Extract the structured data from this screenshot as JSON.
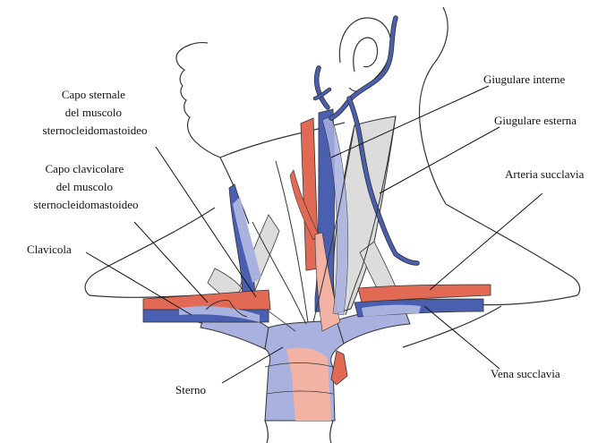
{
  "labels": {
    "capo_sternale": [
      "Capo sternale",
      "del muscolo",
      "sternocleidomastoideo"
    ],
    "capo_clavicolare": [
      "Capo clavicolare",
      "del muscolo",
      "sternocleidomastoideo"
    ],
    "clavicola": "Clavicola",
    "sterno": "Sterno",
    "giugulare_interne": "Giugulare interne",
    "giugulare_esterna": "Giugulare esterna",
    "arteria_succlavia": "Arteria succlavia",
    "vena_succlavia": "Vena succlavia"
  },
  "colors": {
    "artery": "#e26a55",
    "artery_light": "#f3b3a4",
    "vein": "#4a5fb0",
    "vein_light": "#a9b1df",
    "muscle": "#dcdcdc",
    "outline": "#333333"
  }
}
